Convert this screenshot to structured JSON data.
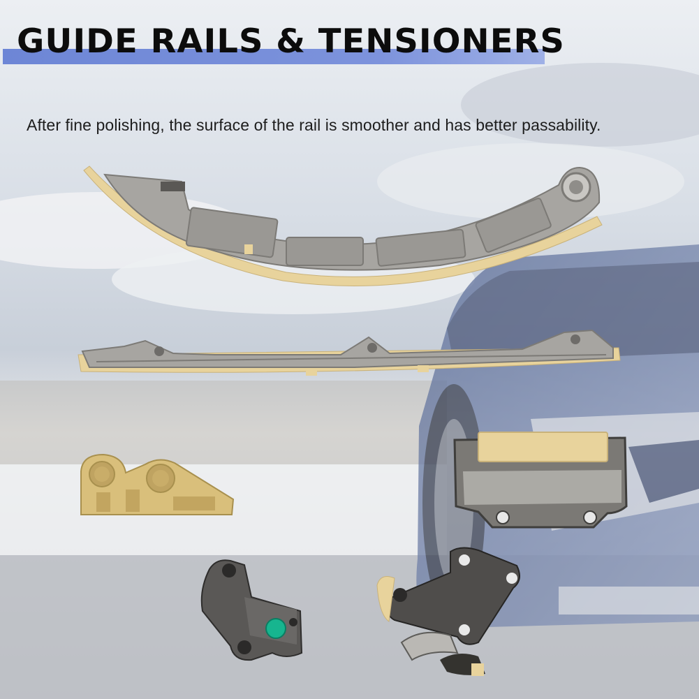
{
  "header": {
    "title": "GUIDE RAILS & TENSIONERS",
    "subtitle": "After fine polishing, the surface of the rail is smoother and has better passability."
  },
  "colors": {
    "title_underline": "#7088d8",
    "rail_nylon": "#e8d39c",
    "metal": "#9c9a96",
    "tensioner_plunger": "#17b58f"
  },
  "icons": [
    "curved-guide-rail-image",
    "straight-guide-rail-image",
    "plastic-guide-block-image",
    "small-guide-rail-image",
    "hydraulic-tensioner-image",
    "tensioner-arm-image",
    "background-car-image"
  ]
}
